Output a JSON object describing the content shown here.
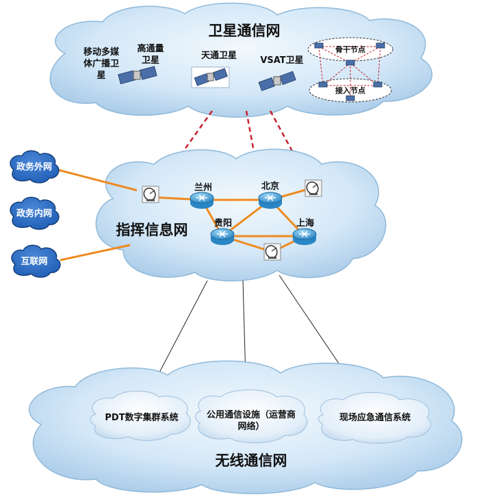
{
  "satellite_network": {
    "title": "卫星通信网",
    "mobile_broadcast": [
      "移动多媒",
      "体广播卫",
      "星"
    ],
    "high_throughput": [
      "高通量",
      "卫星"
    ],
    "tiantong": "天通卫星",
    "vsat": "VSAT卫星",
    "backbone_node": "骨干节点",
    "access_node": "接入节点"
  },
  "command_network": {
    "title": "指挥信息网",
    "cities": {
      "lanzhou": "兰州",
      "beijing": "北京",
      "guiyang": "贵阳",
      "shanghai": "上海"
    }
  },
  "external_networks": {
    "egov_external": "政务外网",
    "egov_internal": "政务内网",
    "internet": "互联网"
  },
  "wireless_network": {
    "title": "无线通信网",
    "pdt": "PDT数字集群系统",
    "public_facilities": [
      "公用通信设施（运营商",
      "网络）"
    ],
    "onsite_emergency": "现场应急通信系统"
  },
  "colors": {
    "cloud_fill": "#cfe5f7",
    "cloud_edge": "#8fb8d8",
    "orange_link": "#ee8a1f",
    "satellite_link": "#c8202c"
  }
}
